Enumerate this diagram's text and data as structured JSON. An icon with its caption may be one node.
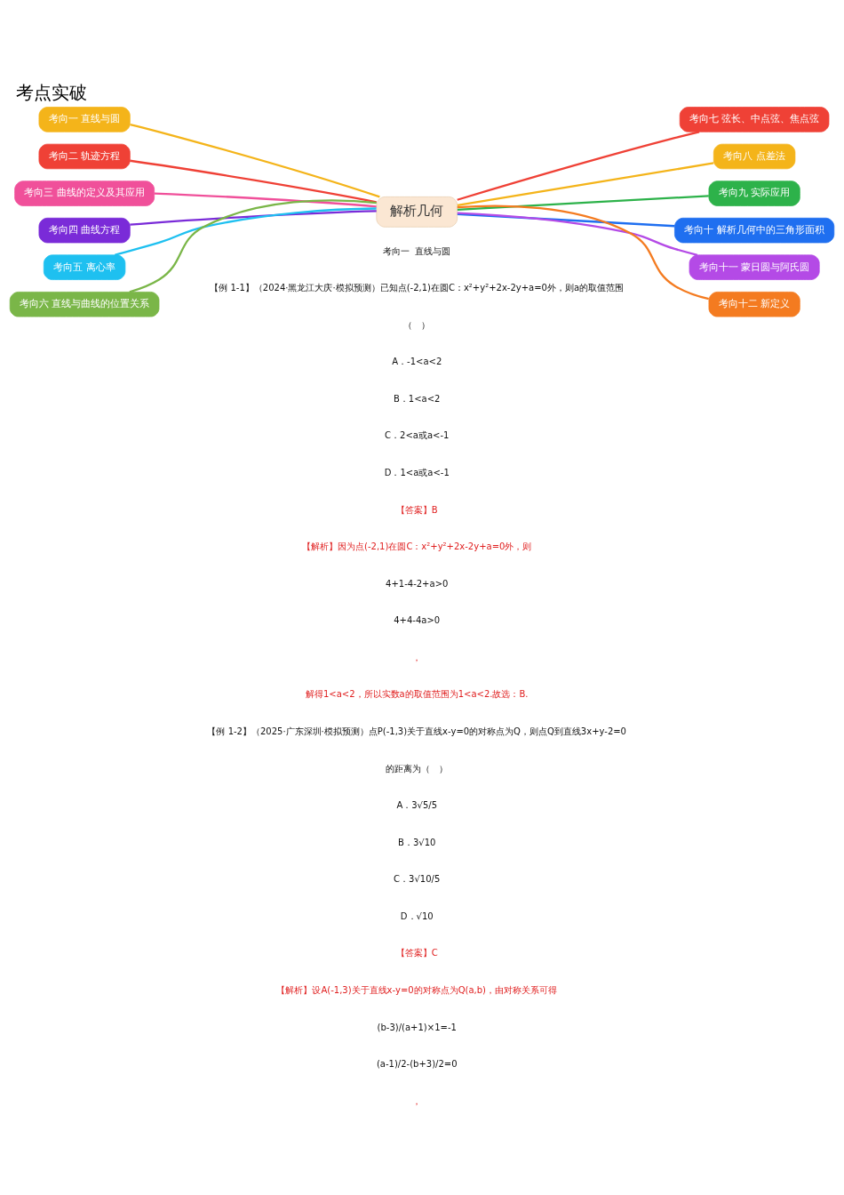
{
  "diagram": {
    "title": "考点实破",
    "nodes": [
      {
        "text": [
          "解析几何"
        ]
      },
      {
        "text": [
          "考向一 直线与圆"
        ]
      },
      {
        "text": [
          "考向二 轨迹方程"
        ]
      },
      {
        "text": [
          "考向三 曲线的定义及其应用"
        ]
      },
      {
        "text": [
          "考向四 曲线方程"
        ]
      },
      {
        "text": [
          "考向五 离心率"
        ]
      },
      {
        "text": [
          "考向六 直线与曲线的位置关系"
        ]
      },
      {
        "text": [
          "考向七 弦长、中点弦、焦点弦"
        ]
      },
      {
        "text": [
          "考向八 点差法"
        ]
      },
      {
        "text": [
          "考向九 实际应用"
        ]
      },
      {
        "text": [
          "考向十 解析几何中的三角形面积"
        ]
      },
      {
        "text": [
          "考向十一 蒙日圆与阿氏圆"
        ]
      },
      {
        "text": [
          "考向十二 新定义"
        ]
      }
    ],
    "edges": [
      {
        "from": 0,
        "to": 1,
        "arrow": "none",
        "color": "#f4b41a"
      },
      {
        "from": 0,
        "to": 2,
        "arrow": "none",
        "color": "#ef4136"
      },
      {
        "from": 0,
        "to": 3,
        "arrow": "none",
        "color": "#f0509a"
      },
      {
        "from": 0,
        "to": 4,
        "arrow": "none",
        "color": "#7a2bd8"
      },
      {
        "from": 0,
        "to": 5,
        "arrow": "none",
        "color": "#1ec0f0"
      },
      {
        "from": 0,
        "to": 6,
        "arrow": "none",
        "color": "#7ab648"
      },
      {
        "from": 0,
        "to": 7,
        "arrow": "none",
        "color": "#ef4136"
      },
      {
        "from": 0,
        "to": 8,
        "arrow": "none",
        "color": "#f4b41a"
      },
      {
        "from": 0,
        "to": 9,
        "arrow": "none",
        "color": "#2db24a"
      },
      {
        "from": 0,
        "to": 10,
        "arrow": "none",
        "color": "#1f6ff0"
      },
      {
        "from": 0,
        "to": 11,
        "arrow": "none",
        "color": "#b44ae6"
      },
      {
        "from": 0,
        "to": 12,
        "arrow": "none",
        "color": "#f47b20"
      }
    ],
    "labels": [
      "考向一  直线与圆",
      "【例 1-1】（2024·黑龙江大庆·模拟预测）已知点(-2,1)在圆C：x²+y²+2x-2y+a=0外，则a的取值范围",
      "（　）",
      "A．-1<a<2",
      "B．1<a<2",
      "C．2<a或a<-1",
      "D．1<a或a<-1",
      "【答案】B",
      "【解析】因为点(-2,1)在圆C：x²+y²+2x-2y+a=0外，则",
      "4+1-4-2+a>0",
      "4+4-4a>0",
      "，",
      "解得1<a<2，所以实数a的取值范围为1<a<2.故选：B.",
      "【例 1-2】（2025·广东深圳·模拟预测）点P(-1,3)关于直线x-y=0的对称点为Q，则点Q到直线3x+y-2=0",
      "的距离为（　）",
      "A．3√5/5",
      "B．3√10",
      "C．3√10/5",
      "D．√10",
      "【答案】C",
      "【解析】设A(-1,3)关于直线x-y=0的对称点为Q(a,b)，由对称关系可得",
      "(b-3)/(a+1)×1=-1",
      "(a-1)/2-(b+3)/2=0",
      "，"
    ]
  }
}
